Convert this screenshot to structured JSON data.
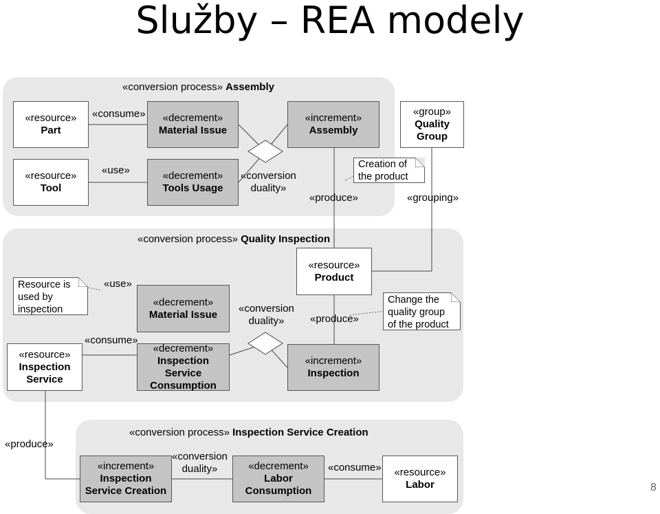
{
  "title": "Služby – REA modely",
  "page_number": "8",
  "stereotypes": {
    "resource": "«resource»",
    "decrement": "«decrement»",
    "increment": "«increment»",
    "group": "«group»",
    "consume": "«consume»",
    "use": "«use»",
    "produce": "«produce»",
    "grouping": "«grouping»",
    "conversion_process": "«conversion process»",
    "conversion_duality": [
      "«conversion",
      "duality»"
    ],
    "conversion_duality_alt": [
      "«conversion",
      "duality»"
    ]
  },
  "assembly": {
    "process_name": "Assembly",
    "part": "Part",
    "tool": "Tool",
    "material_issue": "Material Issue",
    "tools_usage": "Tools Usage",
    "assembly_increment": "Assembly",
    "quality_group": [
      "Quality",
      "Group"
    ],
    "note": [
      "Creation of",
      "the product"
    ]
  },
  "inspection": {
    "process_name": "Quality Inspection",
    "product": "Product",
    "material_issue": "Material Issue",
    "inspection_service": [
      "Inspection",
      "Service"
    ],
    "inspection_consumption": [
      "Inspection",
      "Service",
      "Consumption"
    ],
    "inspection_increment": "Inspection",
    "note_left": [
      "Resource is",
      "used by",
      "inspection"
    ],
    "note_right": [
      "Change the",
      "quality group",
      "of the product"
    ]
  },
  "creation": {
    "process_name": "Inspection Service Creation",
    "service_creation": [
      "Inspection",
      "Service Creation"
    ],
    "labor_consumption": [
      "Labor",
      "Consumption"
    ],
    "labor": "Labor"
  }
}
